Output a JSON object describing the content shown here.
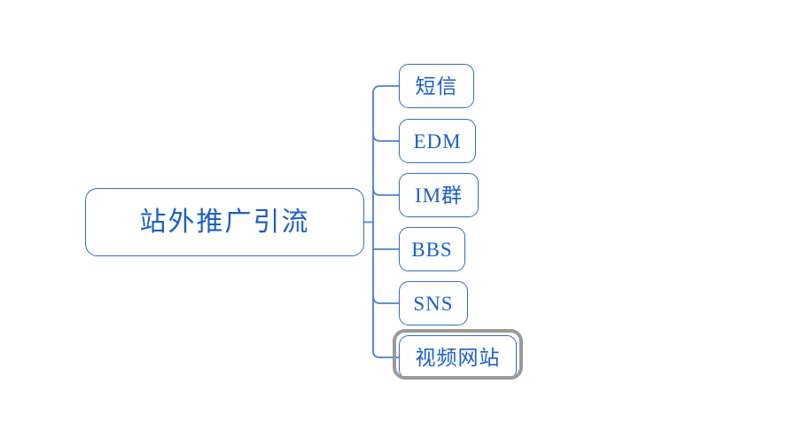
{
  "diagram": {
    "type": "mind-map",
    "orientation": "left-to-right",
    "background_color": "#ffffff",
    "node_border_color": "#2f6fc0",
    "node_text_color": "#1a5fc8",
    "connector_color": "#4a83ca",
    "selection_color": "#9a9a9a",
    "root": {
      "label": "站外推广引流"
    },
    "children": [
      {
        "label": "短信",
        "selected": false
      },
      {
        "label": "EDM",
        "selected": false
      },
      {
        "label": "IM群",
        "selected": false
      },
      {
        "label": "BBS",
        "selected": false
      },
      {
        "label": "SNS",
        "selected": false
      },
      {
        "label": "视频网站",
        "selected": true
      }
    ],
    "selected_node_label": "视频网站"
  }
}
